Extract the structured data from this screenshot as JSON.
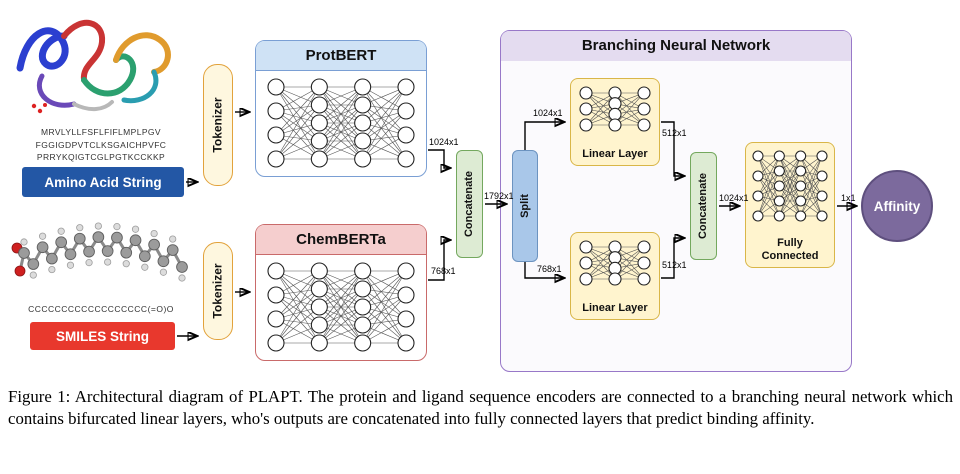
{
  "figure": {
    "protein": {
      "sequence_lines": [
        "MRVLYLLFSFLFIFLMPLPGV",
        "FGGIGDPVTCLKSGAICHPVFC",
        "PRRYKQIGTCGLPGTKCCKKP"
      ],
      "label": "Amino Acid String",
      "tokenizer": "Tokenizer",
      "encoder_title": "ProtBERT",
      "output_dim": "1024x1"
    },
    "ligand": {
      "smiles": "CCCCCCCCCCCCCCCCCC(=O)O",
      "label": "SMILES String",
      "tokenizer": "Tokenizer",
      "encoder_title": "ChemBERTa",
      "output_dim": "768x1"
    },
    "concatenate1": {
      "label": "Concatenate",
      "output_dim": "1792x1"
    },
    "bnn": {
      "title": "Branching Neural Network",
      "split": {
        "label": "Split",
        "top_dim": "1024x1",
        "bottom_dim": "768x1"
      },
      "linear_top": {
        "label": "Linear Layer",
        "output_dim": "512x1"
      },
      "linear_bottom": {
        "label": "Linear Layer",
        "output_dim": "512x1"
      },
      "concatenate2": {
        "label": "Concatenate",
        "output_dim": "1024x1"
      },
      "fully_connected": {
        "label": "Fully Connected",
        "output_dim": "1x1"
      }
    },
    "affinity_label": "Affinity"
  },
  "caption": "Figure 1: Architectural diagram of PLAPT. The protein and ligand sequence encoders are connected to a branching neural network which contains bifurcated linear layers, who's outputs are concatenated into fully connected layers that predict binding affinity.",
  "colors": {
    "amino_box": "#2357A5",
    "smiles_box": "#E8382D",
    "tokenizer_fill": "#FEF7DF",
    "tokenizer_border": "#E2A23B",
    "protbert_header": "#CFE2F5",
    "protbert_border": "#7A9FD4",
    "chemberta_header": "#F5CECE",
    "chemberta_border": "#C96A6A",
    "concatenate_fill": "#DDEBD3",
    "concatenate_border": "#74A85E",
    "split_fill": "#A9C7E9",
    "split_border": "#6C93C0",
    "bnn_border": "#9878C8",
    "bnn_header": "#E4DCF0",
    "layer_fill": "#FFF4CE",
    "layer_border": "#D9B648",
    "affinity_fill": "#7C6A9D"
  }
}
